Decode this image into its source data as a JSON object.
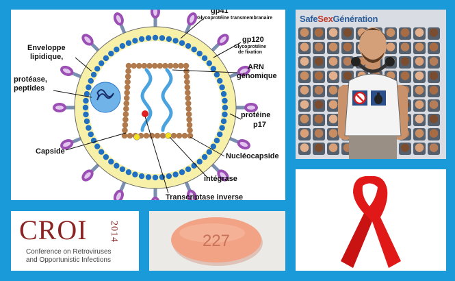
{
  "virus": {
    "labels": {
      "gp41": "gp41",
      "gp41_sub": "Glycoprotéine transmembranaire",
      "gp120": "gp120",
      "gp120_sub1": "Glycoprotéine",
      "gp120_sub2": "de fixation",
      "enveloppe1": "Enveloppe",
      "enveloppe2": "lipidique,",
      "protease1": "protéase,",
      "protease2": "peptides",
      "arn1": "ARN",
      "arn2": "génomique",
      "p17_1": "protéine",
      "p17_2": "p17",
      "capside": "Capside",
      "nucleocapside": "Nucléocapside",
      "integrase": "intégrase",
      "transcriptase": "Transcriptase inverse"
    },
    "colors": {
      "envelope": "#f7f0a8",
      "membrane_dots": "#1f6fc2",
      "capsid_beads": "#b07a4c",
      "rna": "#4aa3df",
      "spike_purple": "#9b4fb4",
      "spike_stem": "#7a8fb0",
      "protease": "#2e7bc9",
      "rt_dot": "#e02020",
      "integrase_dot": "#f5e020"
    }
  },
  "poster": {
    "title_safe": "Safe",
    "title_sex": "Sex",
    "title_gen": "Génération",
    "icons": [
      "no-condom-sign-icon",
      "grenade-icon"
    ]
  },
  "ribbon": {
    "icon": "red-aids-ribbon-icon",
    "color": "#e01818"
  },
  "croi": {
    "logo": "CROI",
    "year": "2014",
    "line1": "Conference on Retroviruses",
    "line2": "and Opportunistic Infections"
  },
  "pill": {
    "imprint": "227",
    "color": "#f2a285"
  }
}
